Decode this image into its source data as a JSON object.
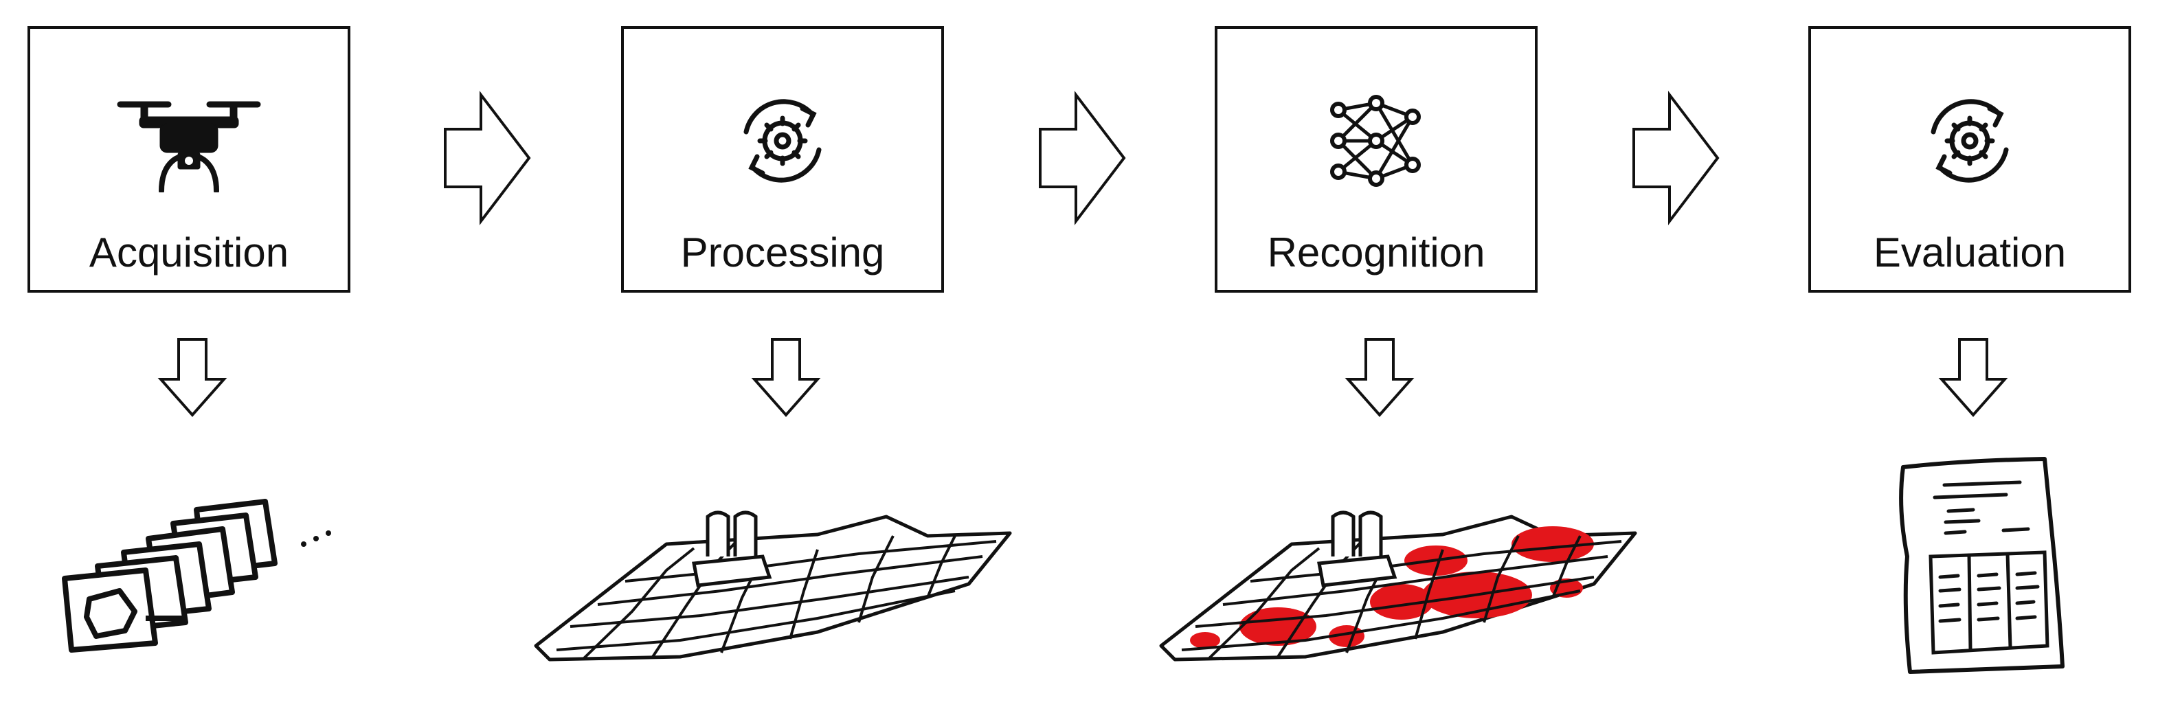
{
  "steps": [
    {
      "label": "Acquisition",
      "icon": "drone-icon"
    },
    {
      "label": "Processing",
      "icon": "gear-cycle-icon"
    },
    {
      "label": "Recognition",
      "icon": "neural-network-icon"
    },
    {
      "label": "Evaluation",
      "icon": "gear-cycle-icon"
    }
  ],
  "illustrations": [
    {
      "name": "image-stack-illustration"
    },
    {
      "name": "surface-mesh-illustration"
    },
    {
      "name": "surface-mesh-highlighted-illustration"
    },
    {
      "name": "report-document-illustration"
    }
  ],
  "colors": {
    "stroke": "#111111",
    "highlight": "#e3161b",
    "background": "#ffffff"
  }
}
